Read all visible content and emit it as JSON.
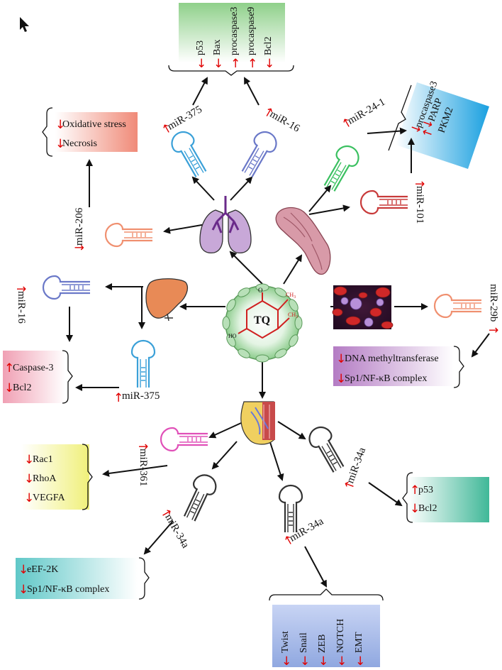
{
  "center": {
    "label": "TQ",
    "ch3_top": "CH",
    "ch3_side": "CH",
    "sub3": "3",
    "ho": "HO",
    "o": "O"
  },
  "mirnas": {
    "mir375_top": "miR-375",
    "mir16_top": "miR-16",
    "mir24": "miR-24-1",
    "mir101": "miR-101",
    "mir206": "miR-206",
    "mir16_left": "miR-16",
    "mir375_left": "miR-375",
    "mir29b": "miR-29b",
    "mir361": "miR-361",
    "mir34a_right": "miR-34a",
    "mir34a_left": "miR-34a",
    "mir34a_bottom": "miR-34a"
  },
  "boxes": {
    "lung_targets": {
      "items": [
        {
          "text": "p53",
          "dir": "down"
        },
        {
          "text": "Bax",
          "dir": "down"
        },
        {
          "text": "procaspase3",
          "dir": "up"
        },
        {
          "text": "procaspase9",
          "dir": "up"
        },
        {
          "text": "Bcl2",
          "dir": "down"
        }
      ]
    },
    "oxidative": {
      "items": [
        {
          "text": "Oxidative stress",
          "dir": "down"
        },
        {
          "text": "Necrosis",
          "dir": "down"
        }
      ]
    },
    "pancreas_targets": {
      "items": [
        {
          "text": "procaspase3",
          "dir": "down"
        },
        {
          "text": "PARP",
          "dir": "down"
        },
        {
          "text": "PKM2",
          "dir": "up"
        }
      ]
    },
    "liver_targets": {
      "items": [
        {
          "text": "Caspase-3",
          "dir": "up"
        },
        {
          "text": "Bcl2",
          "dir": "down"
        }
      ]
    },
    "blood_targets": {
      "items": [
        {
          "text": "DNA methyltransferase",
          "dir": "down"
        },
        {
          "text": "Sp1/NF-κB complex",
          "dir": "down"
        }
      ]
    },
    "rac_targets": {
      "items": [
        {
          "text": "Rac1",
          "dir": "down"
        },
        {
          "text": "RhoA",
          "dir": "down"
        },
        {
          "text": "VEGFA",
          "dir": "down"
        }
      ]
    },
    "p53_targets": {
      "items": [
        {
          "text": "p53",
          "dir": "up"
        },
        {
          "text": "Bcl2",
          "dir": "down"
        }
      ]
    },
    "eef_targets": {
      "items": [
        {
          "text": "eEF-2K",
          "dir": "down"
        },
        {
          "text": "Sp1/NF-κB complex",
          "dir": "down"
        }
      ]
    },
    "emt_targets": {
      "items": [
        {
          "text": "Twist",
          "dir": "down"
        },
        {
          "text": "Snail",
          "dir": "down"
        },
        {
          "text": "ZEB",
          "dir": "down"
        },
        {
          "text": "NOTCH",
          "dir": "down"
        },
        {
          "text": "EMT",
          "dir": "down"
        }
      ]
    }
  },
  "arrows": {
    "up": "↑",
    "down": "↓",
    "left": "←",
    "right": "→"
  },
  "colors": {
    "arrow_red": "#e00000",
    "lung_box": "#8fd08a",
    "oxidative_box": "#f08a78",
    "pancreas_box": "#1aa0e0",
    "liver_box": "#f0a0b4",
    "blood_box": "#b47cc4",
    "rac_box": "#f0f07a",
    "p53_box": "#40b898",
    "eef_box": "#60c8c8",
    "emt_box": "#90a8e0",
    "tq_sphere": "#a8d8a8"
  },
  "icons": [
    "cursor-icon",
    "lung-icon",
    "liver-icon",
    "pancreas-icon",
    "blood-cells-icon",
    "breast-icon",
    "hairpin-icon"
  ]
}
